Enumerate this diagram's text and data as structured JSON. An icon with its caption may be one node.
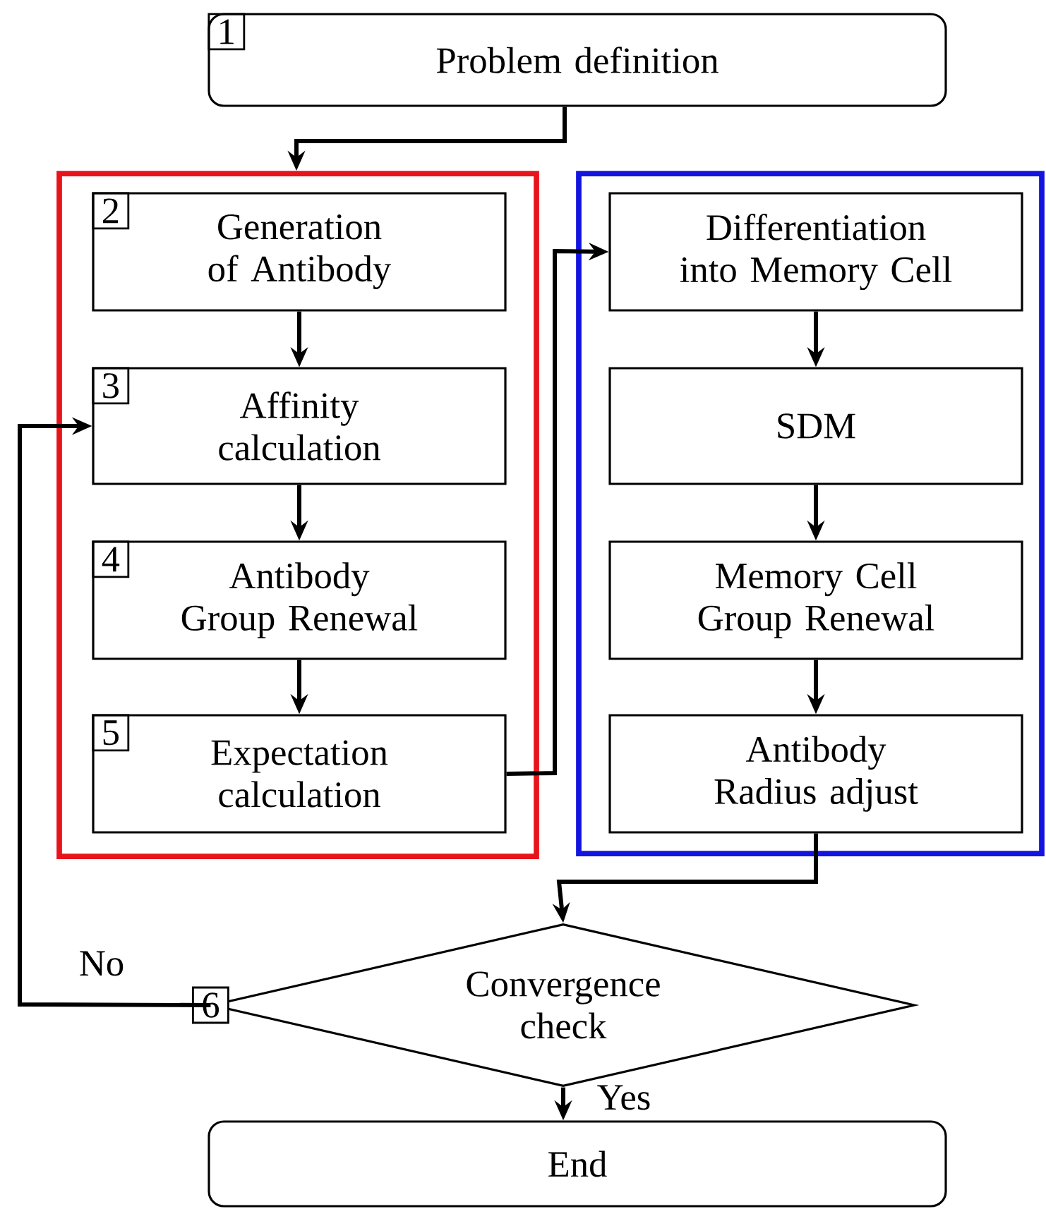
{
  "diagram": {
    "nodes": [
      {
        "text": [
          "1",
          "Problem definition"
        ]
      },
      {
        "text": [],
        "shape": "box"
      },
      {
        "text": [
          "2",
          "Generation of Antibody"
        ],
        "in": 1
      },
      {
        "text": [
          "3",
          "Affinity calculation"
        ],
        "in": 1
      },
      {
        "text": [
          "4",
          "Antibody Group Renewal"
        ],
        "in": 1
      },
      {
        "text": [
          "5",
          "Expectation calculation"
        ],
        "in": 1
      },
      {
        "text": [],
        "shape": "box"
      },
      {
        "text": [
          "Differentiation into Memory Cell"
        ],
        "in": 6
      },
      {
        "text": [
          "SDM"
        ],
        "in": 6
      },
      {
        "text": [
          "Memory Cell Group Renewal"
        ],
        "in": 6
      },
      {
        "text": [
          "Antibody Radius adjust"
        ],
        "in": 6
      },
      {
        "text": [
          "Convergence check"
        ],
        "beside": [
          "6"
        ]
      },
      {
        "text": [
          "End"
        ]
      }
    ],
    "edges": [
      {
        "from": 0,
        "to": 1,
        "arrow": "to"
      },
      {
        "from": 2,
        "to": 3,
        "arrow": "to"
      },
      {
        "from": 3,
        "to": 4,
        "arrow": "to"
      },
      {
        "from": 4,
        "to": 5,
        "arrow": "to"
      },
      {
        "from": 5,
        "to": 7,
        "arrow": "to"
      },
      {
        "from": 7,
        "to": 8,
        "arrow": "to"
      },
      {
        "from": 8,
        "to": 9,
        "arrow": "to"
      },
      {
        "from": 9,
        "to": 10,
        "arrow": "to"
      },
      {
        "from": 10,
        "to": 11,
        "arrow": "to"
      },
      {
        "from": 11,
        "to": 3,
        "arrow": "to",
        "label": "No"
      },
      {
        "from": 11,
        "to": 12,
        "arrow": "to",
        "label": "Yes"
      }
    ]
  }
}
